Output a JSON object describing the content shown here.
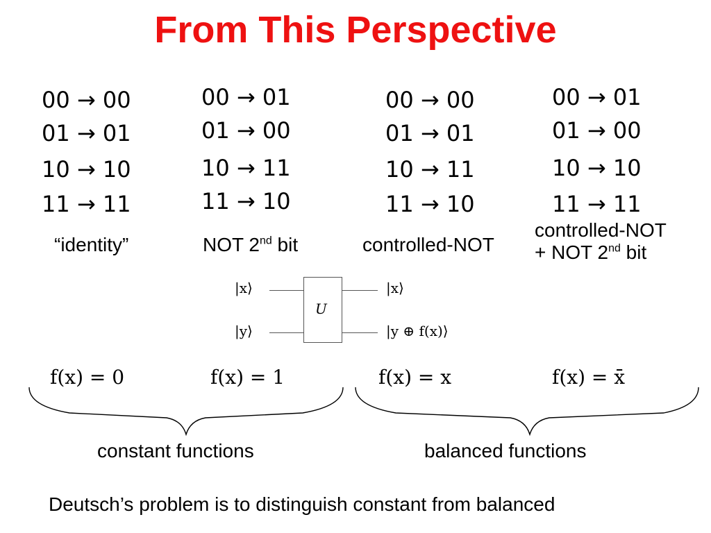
{
  "title": "From This Perspective",
  "columns": [
    {
      "rows": [
        "00 → 00",
        "01 → 01",
        "10 → 10",
        "11 → 11"
      ],
      "label": "“identity”"
    },
    {
      "rows": [
        "00 → 01",
        "01 → 00",
        "10 → 11",
        "11 → 10"
      ],
      "label_main": "NOT 2",
      "label_sup": "nd",
      "label_tail": " bit"
    },
    {
      "rows": [
        "00 → 00",
        "01 → 01",
        "10 → 11",
        "11 → 10"
      ],
      "label": "controlled-NOT"
    },
    {
      "rows": [
        "00 → 01",
        "01 → 00",
        "10 → 10",
        "11 → 11"
      ],
      "label_line1": "controlled-NOT",
      "label_line2_main": "+ NOT 2",
      "label_line2_sup": "nd",
      "label_line2_tail": " bit"
    }
  ],
  "circuit": {
    "in_x": "|x⟩",
    "in_y": "|y⟩",
    "gate": "U",
    "out_x": "|x⟩",
    "out_y": "|y ⊕ f(x)⟩"
  },
  "functions": [
    "f(x) = 0",
    "f(x) = 1",
    "f(x) = x",
    "f(x) = x̄"
  ],
  "groups": {
    "constant": "constant functions",
    "balanced": "balanced functions"
  },
  "footer": "Deutsch’s problem is to distinguish constant from balanced"
}
